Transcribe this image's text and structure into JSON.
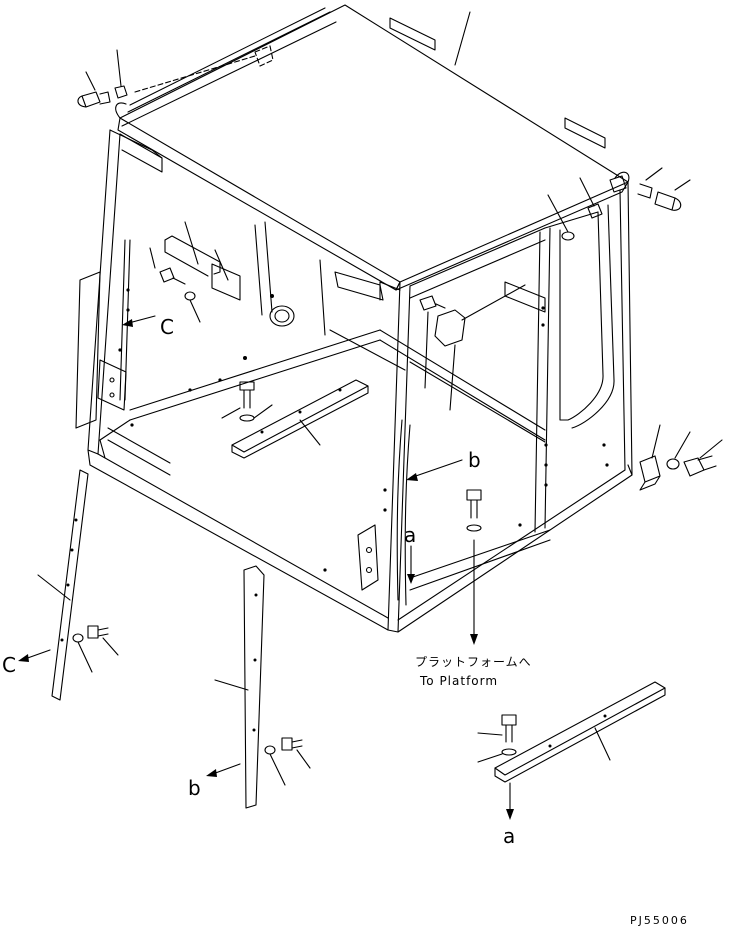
{
  "callouts": {
    "a_top": "a",
    "a_bottom": "a",
    "b_main": "b",
    "b_left": "b",
    "c_main": "C",
    "c_left": "C"
  },
  "note": {
    "jp": "プラットフォームへ",
    "en": "To Platform"
  },
  "drawing_code": "PJ55006"
}
